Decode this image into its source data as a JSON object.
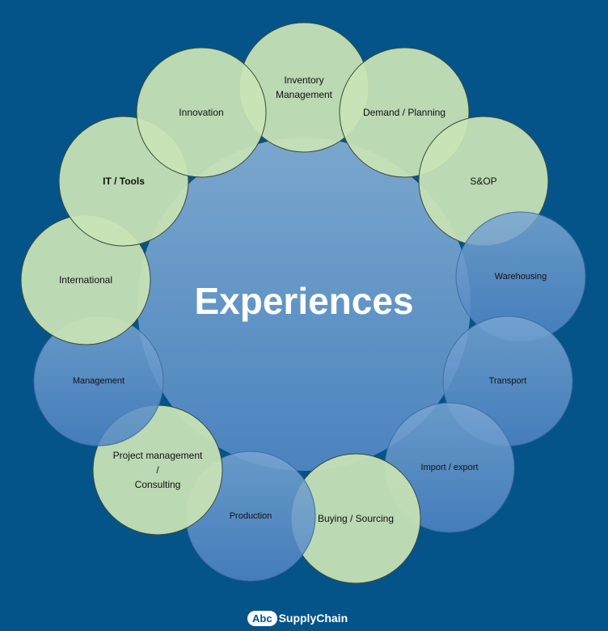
{
  "center": {
    "title": "Experiences"
  },
  "colors": {
    "background": "#04548a",
    "center_fill_top": "#7aa7cd",
    "center_fill_bottom": "#4b83bf",
    "green_circle": "#c9e3b5",
    "blue_circle": "#5e90c8",
    "circle_stroke": "#3a4a3a"
  },
  "nodes": [
    {
      "label": "Inventory\nManagement",
      "style": "green"
    },
    {
      "label": "Demand / Planning",
      "style": "green"
    },
    {
      "label": "S&OP",
      "style": "green"
    },
    {
      "label": "Warehousing",
      "style": "blue"
    },
    {
      "label": "Transport",
      "style": "blue"
    },
    {
      "label": "Import / export",
      "style": "blue"
    },
    {
      "label": "Buying / Sourcing",
      "style": "green"
    },
    {
      "label": "Production",
      "style": "blue"
    },
    {
      "label": "Project management\n/\nConsulting",
      "style": "green"
    },
    {
      "label": "Management",
      "style": "blue"
    },
    {
      "label": "International",
      "style": "green"
    },
    {
      "label": "IT / Tools",
      "style": "green",
      "bold": true
    },
    {
      "label": "Innovation",
      "style": "green"
    }
  ],
  "logo": {
    "badge": "Abc",
    "text": "SupplyChain"
  }
}
